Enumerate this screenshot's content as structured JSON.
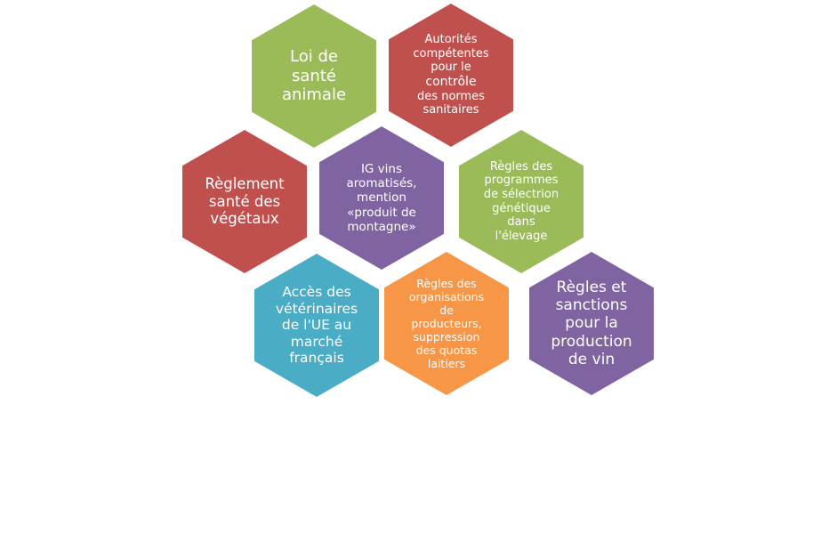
{
  "hexagons": [
    {
      "lines": [
        "Loi de",
        "santé",
        "animale"
      ],
      "color": "#9BBB59"
    },
    {
      "lines": [
        "Autorités",
        "compétentes",
        "pour le",
        "contrôle",
        "des normes",
        "sanitaires"
      ],
      "color": "#C0504D"
    },
    {
      "lines": [
        "Règlement",
        "santé des",
        "végétaux"
      ],
      "color": "#C0504D"
    },
    {
      "lines": [
        "IG vins",
        "aromatisés,",
        "mention",
        "«produit de",
        "montagne»"
      ],
      "color": "#8064A2"
    },
    {
      "lines": [
        "Règles des",
        "programmes",
        "de sélectrion",
        "génétique",
        "dans",
        "l'élevage"
      ],
      "color": "#9BBB59"
    },
    {
      "lines": [
        "Accès des",
        "vétérinaires",
        "de l'UE au",
        "marché",
        "français"
      ],
      "color": "#4BACC6"
    },
    {
      "lines": [
        "Règles des",
        "organisations",
        "de",
        "producteurs,",
        "suppression",
        "des quotas",
        "laitiers"
      ],
      "color": "#F79646"
    },
    {
      "lines": [
        "Règles et",
        "sanctions",
        "pour la",
        "production",
        "de vin"
      ],
      "color": "#8064A2"
    }
  ]
}
